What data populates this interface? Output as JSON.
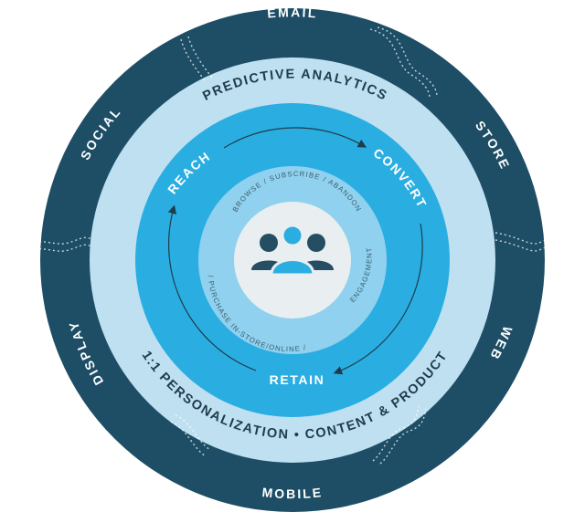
{
  "colors": {
    "outer_ring": "#1d4e66",
    "ring_light": "#bfe0f1",
    "ring_bright": "#2aaee2",
    "ring_inner": "#8fd1ee",
    "center": "#e9eef1",
    "icon_dark": "#254e63",
    "icon_accent": "#2aaee2",
    "stage_text": "#ffffff",
    "label_dark": "#1f3c4c",
    "step_text": "#4d6b7a"
  },
  "channels": {
    "email": "EMAIL",
    "store": "STORE",
    "web": "WEB",
    "mobile": "MOBILE",
    "display": "DISPLAY",
    "social": "SOCIAL"
  },
  "analytics": {
    "predictive": "PREDICTIVE ANALYTICS",
    "personalization": "1:1 PERSONALIZATION • CONTENT & PRODUCT"
  },
  "stages": {
    "reach": "REACH",
    "convert": "CONVERT",
    "retain": "RETAIN"
  },
  "steps": {
    "browse": "BROWSE",
    "subscribe": "SUBSCRIBE",
    "abandon": "ABANDON",
    "engagement": "ENGAGEMENT",
    "purchase": "PURCHASE IN-STORE/ONLINE",
    "separator": "/"
  },
  "center_icon": "users-group-icon"
}
